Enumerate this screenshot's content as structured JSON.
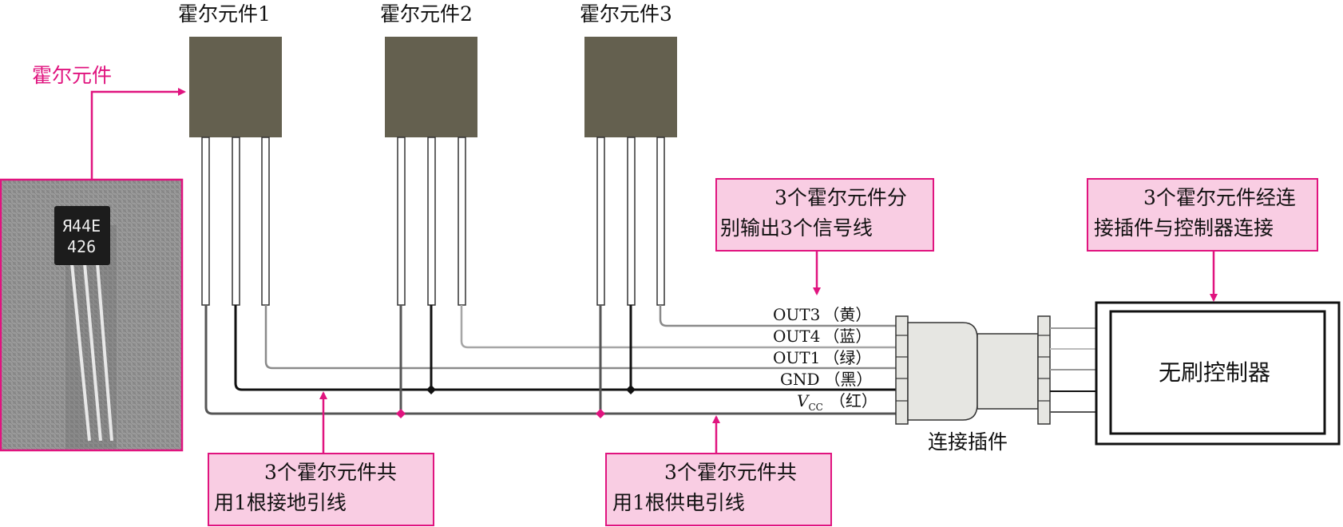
{
  "colors": {
    "accent": "#e0147f",
    "callout_fill": "#f9cde3",
    "chip_body": "#64604f",
    "connector_fill": "#e6e6e2",
    "out3_wire": "#8a8a8a",
    "out4_wire": "#a6a6a6",
    "out1_wire": "#8a8a8a",
    "gnd_wire": "#111111",
    "vcc_wire": "#555555"
  },
  "hall_sensors": [
    {
      "title": "霍尔元件1"
    },
    {
      "title": "霍尔元件2"
    },
    {
      "title": "霍尔元件3"
    }
  ],
  "photo": {
    "caption": "霍尔元件",
    "marking_line1": "Я44E",
    "marking_line2": "426"
  },
  "wires": [
    {
      "name": "OUT3",
      "color_note": "（黄）"
    },
    {
      "name": "OUT4",
      "color_note": "（蓝）"
    },
    {
      "name": "OUT1",
      "color_note": "（绿）"
    },
    {
      "name": "GND",
      "color_note": "（黑）"
    },
    {
      "name": "V",
      "subscript": "CC",
      "color_note": "（红）"
    }
  ],
  "connector": {
    "label": "连接插件"
  },
  "controller": {
    "label": "无刷控制器"
  },
  "callouts": {
    "signals": {
      "line1": "3个霍尔元件分",
      "line2": "别输出3个信号线"
    },
    "connection": {
      "line1": "3个霍尔元件经连",
      "line2": "接插件与控制器连接"
    },
    "ground": {
      "line1": "3个霍尔元件共",
      "line2": "用1根接地引线"
    },
    "power": {
      "line1": "3个霍尔元件共",
      "line2": "用1根供电引线"
    }
  }
}
